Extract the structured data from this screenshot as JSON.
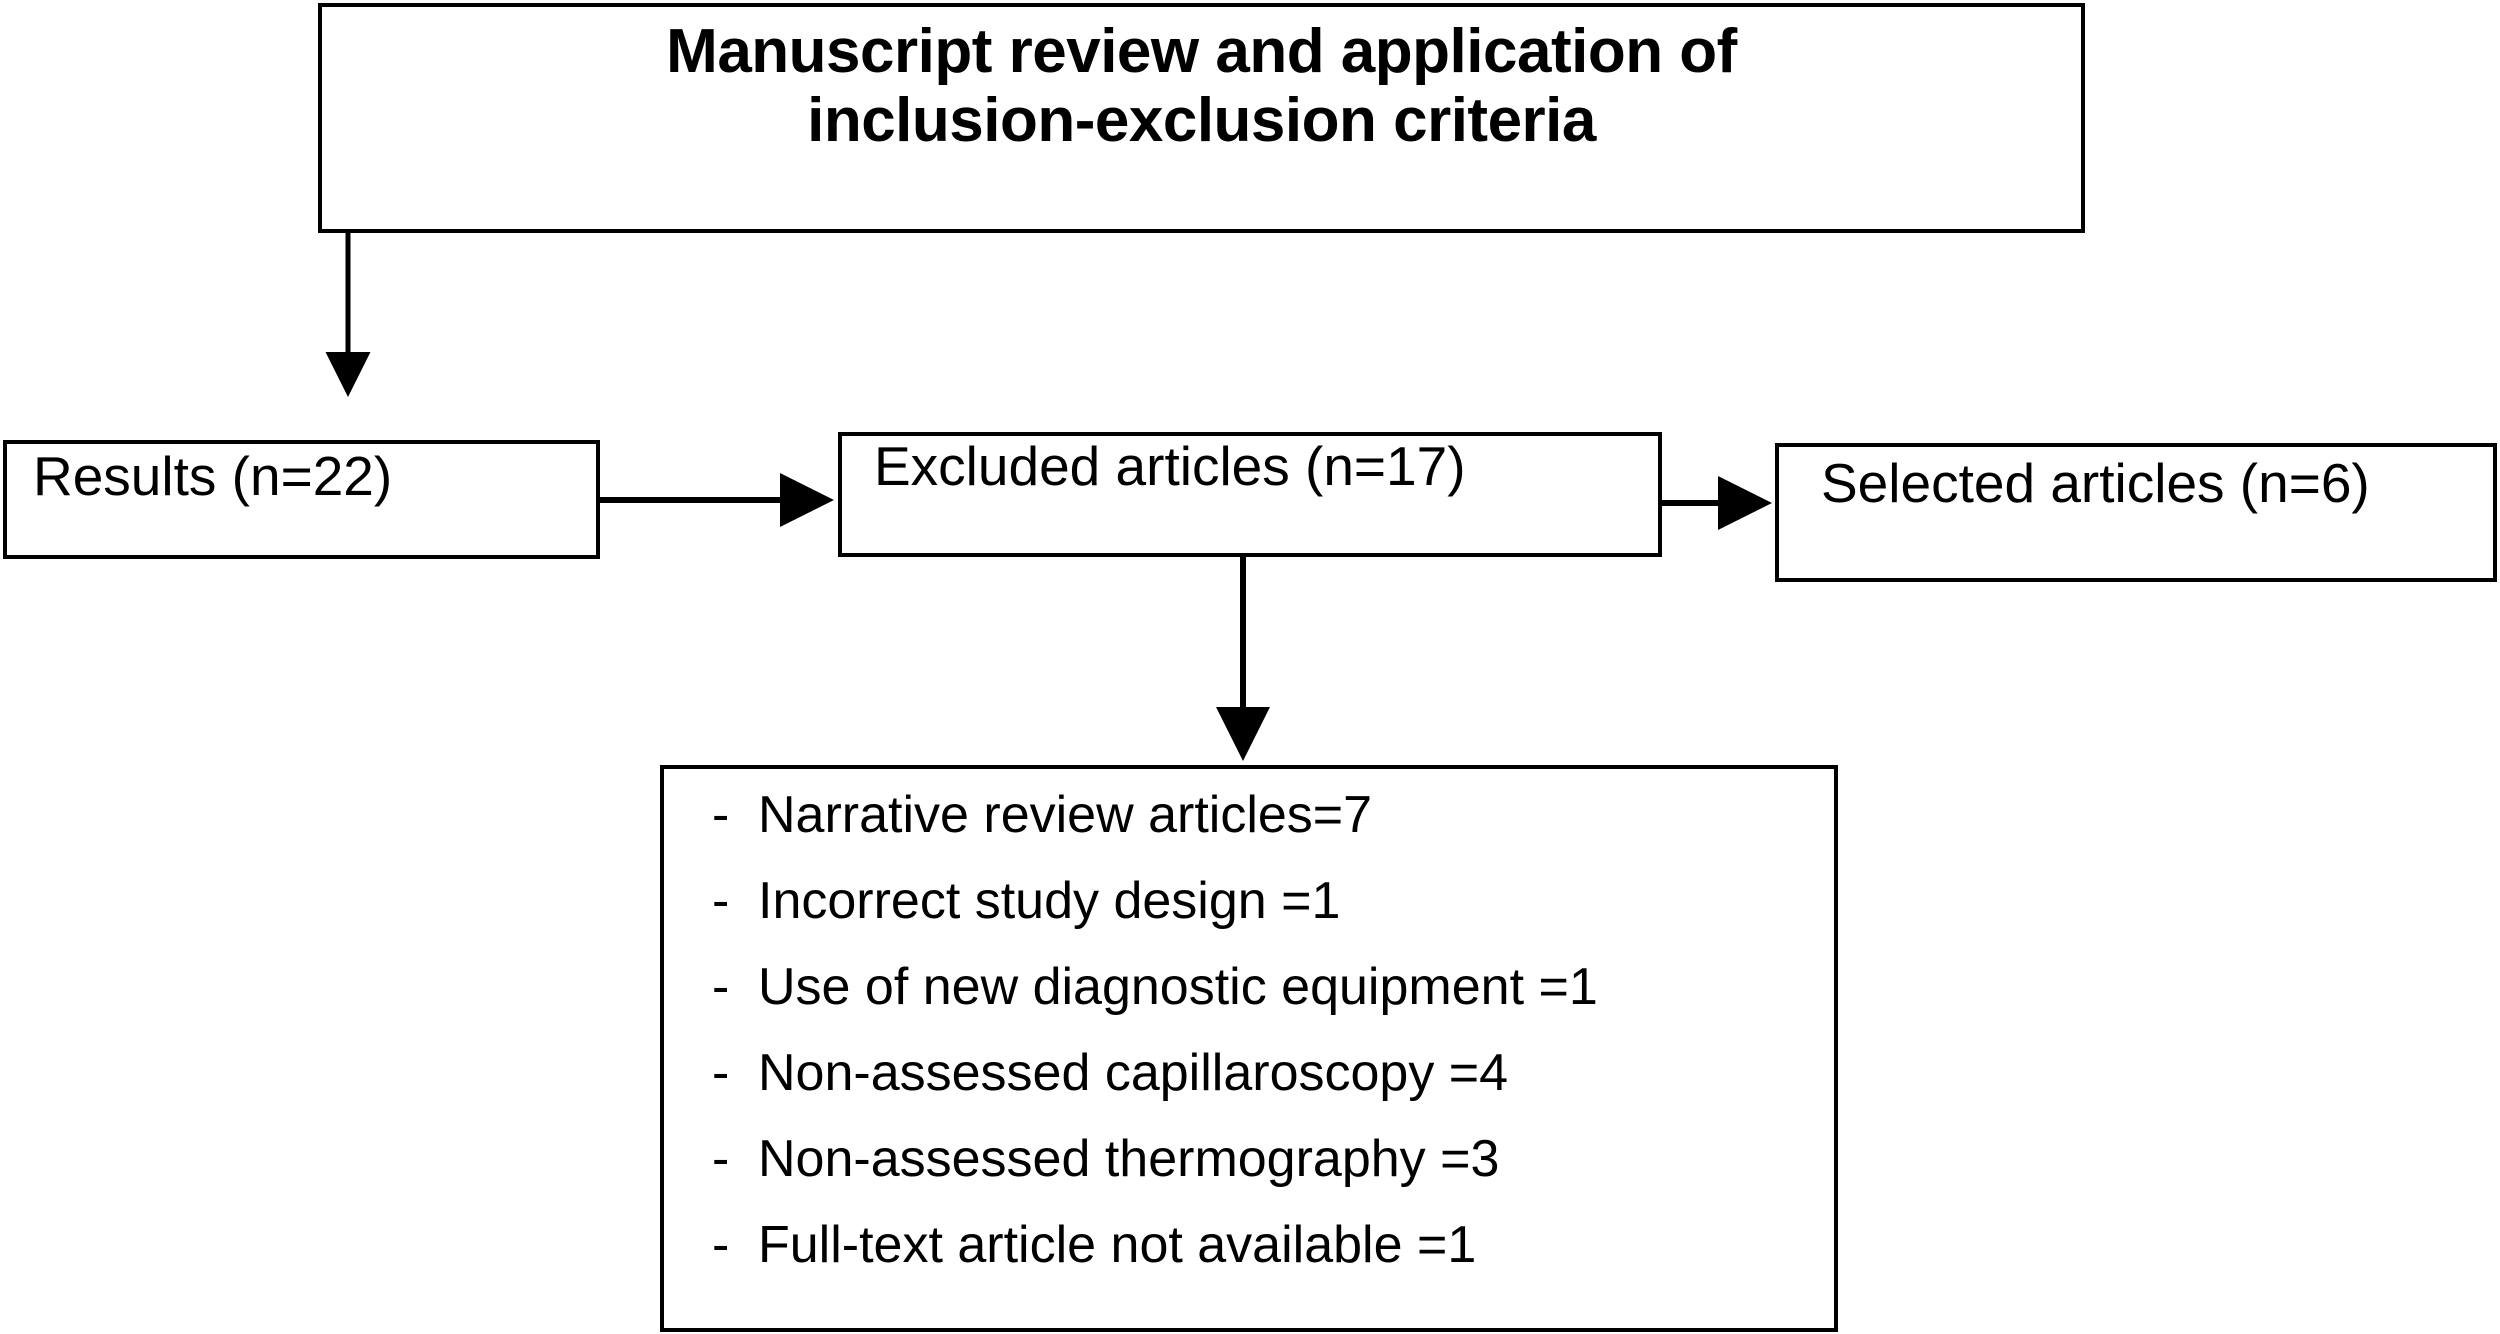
{
  "diagram": {
    "type": "flowchart",
    "orientation": "top-down",
    "title_box": {
      "line1": "Manuscript review and application of",
      "line2": "inclusion-exclusion criteria"
    },
    "nodes": {
      "results": "Results (n=22)",
      "excluded": "Excluded articles (n=17)",
      "selected": "Selected articles (n=6)"
    },
    "counts": {
      "results_n": 22,
      "excluded_n": 17,
      "selected_n": 6
    },
    "exclusion_reasons": [
      {
        "dash": "-",
        "label": "Narrative review articles=7",
        "count": 7
      },
      {
        "dash": "-",
        "label": "Incorrect study design =1",
        "count": 1
      },
      {
        "dash": "-",
        "label": "Use of new diagnostic equipment =1",
        "count": 1
      },
      {
        "dash": "-",
        "label": "Non-assessed capillaroscopy =4",
        "count": 4
      },
      {
        "dash": "-",
        "label": "Non-assessed thermography =3",
        "count": 3
      },
      {
        "dash": "-",
        "label": "Full-text article not available =1",
        "count": 1
      }
    ],
    "edges": [
      {
        "name": "title-to-results",
        "from": "title_box",
        "to": "results",
        "style": "elbow",
        "arrow": true
      },
      {
        "name": "results-to-excluded",
        "from": "results",
        "to": "excluded",
        "style": "straight",
        "arrow": true
      },
      {
        "name": "excluded-to-selected",
        "from": "excluded",
        "to": "selected",
        "style": "straight",
        "arrow": true
      },
      {
        "name": "excluded-to-reasons",
        "from": "excluded",
        "to": "exclusion_reasons",
        "style": "straight",
        "arrow": true
      }
    ],
    "colors": {
      "stroke": "#000000",
      "fill": "#ffffff",
      "text": "#000000"
    }
  }
}
